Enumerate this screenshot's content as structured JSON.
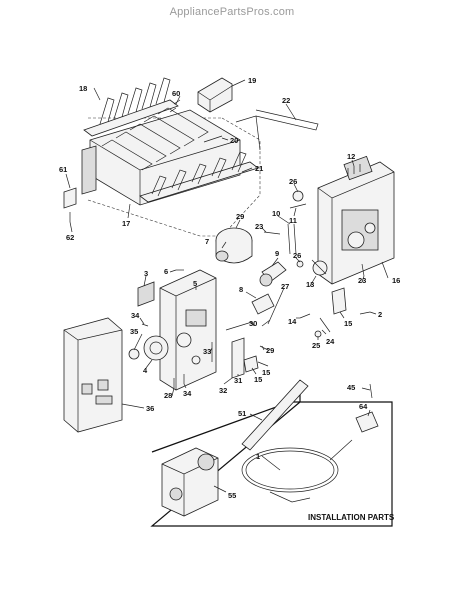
{
  "site": {
    "watermark": "AppliancePartsPros.com"
  },
  "diagram": {
    "installation_label": "INSTALLATION PARTS",
    "callouts": [
      "18",
      "19",
      "60",
      "22",
      "20",
      "21",
      "61",
      "17",
      "62",
      "12",
      "26",
      "11",
      "10",
      "23",
      "29",
      "7",
      "9",
      "26",
      "3",
      "6",
      "5",
      "8",
      "27",
      "13",
      "23",
      "16",
      "34",
      "35",
      "30",
      "14",
      "15",
      "2",
      "33",
      "31",
      "15",
      "24",
      "25",
      "4",
      "34",
      "32",
      "28",
      "29",
      "15",
      "36",
      "45",
      "51",
      "64",
      "1",
      "55"
    ]
  }
}
